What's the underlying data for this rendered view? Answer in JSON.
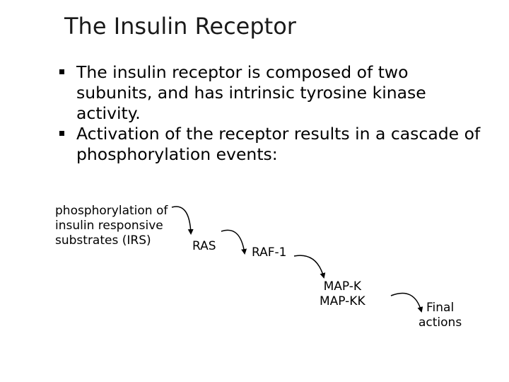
{
  "slide": {
    "title": "The Insulin Receptor",
    "bullets": [
      "The insulin receptor is composed of two subunits, and has intrinsic tyrosine kinase activity.",
      "Activation of the receptor results in a cascade of phosphorylation events:"
    ],
    "flow": {
      "irs": [
        "phosphorylation of",
        "insulin responsive",
        "substrates (IRS)"
      ],
      "ras": "RAS",
      "raf": "RAF-1",
      "mapk": [
        "MAP-K",
        "MAP-KK"
      ],
      "final": [
        "Final",
        "actions"
      ]
    }
  }
}
